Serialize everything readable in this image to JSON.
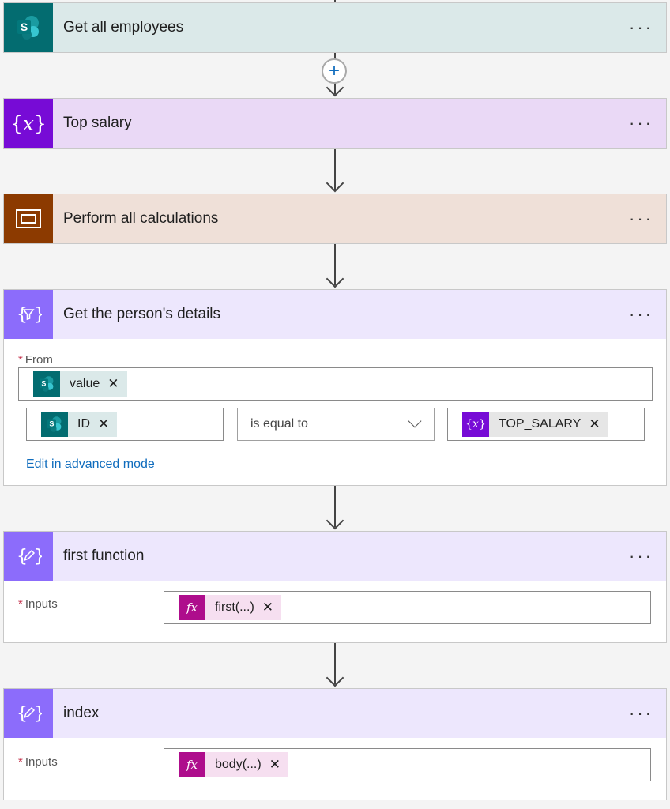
{
  "colors": {
    "sharepoint": "#036c70",
    "variable": "#770bd6",
    "scope": "#8c3a00",
    "compose": "#8c6cfb",
    "expression": "#ae0d8c",
    "link": "#0f6cbd"
  },
  "steps": [
    {
      "title": "Get all employees",
      "icon": "sharepoint-icon",
      "more": "···"
    },
    {
      "title": "Top salary",
      "icon": "variable-icon",
      "more": "···"
    },
    {
      "title": "Perform all calculations",
      "icon": "scope-icon",
      "more": "···"
    },
    {
      "title": "Get the person's details",
      "icon": "filter-array-icon",
      "more": "···",
      "from_label": "From",
      "from_token": "value",
      "condition_left_token": "ID",
      "condition_operator": "is equal to",
      "condition_right_token": "TOP_SALARY",
      "advanced_link": "Edit in advanced mode"
    },
    {
      "title": "first function",
      "icon": "compose-icon",
      "more": "···",
      "inputs_label": "Inputs",
      "input_token": "first(...)"
    },
    {
      "title": "index",
      "icon": "compose-icon",
      "more": "···",
      "inputs_label": "Inputs",
      "input_token": "body(...)"
    }
  ],
  "icon_text": {
    "sharepoint_letter": "S",
    "variable_glyph": "{𝑥}",
    "expression_glyph": "𝑓x",
    "close_glyph": "✕",
    "required_mark": "*",
    "plus_glyph": "+"
  }
}
